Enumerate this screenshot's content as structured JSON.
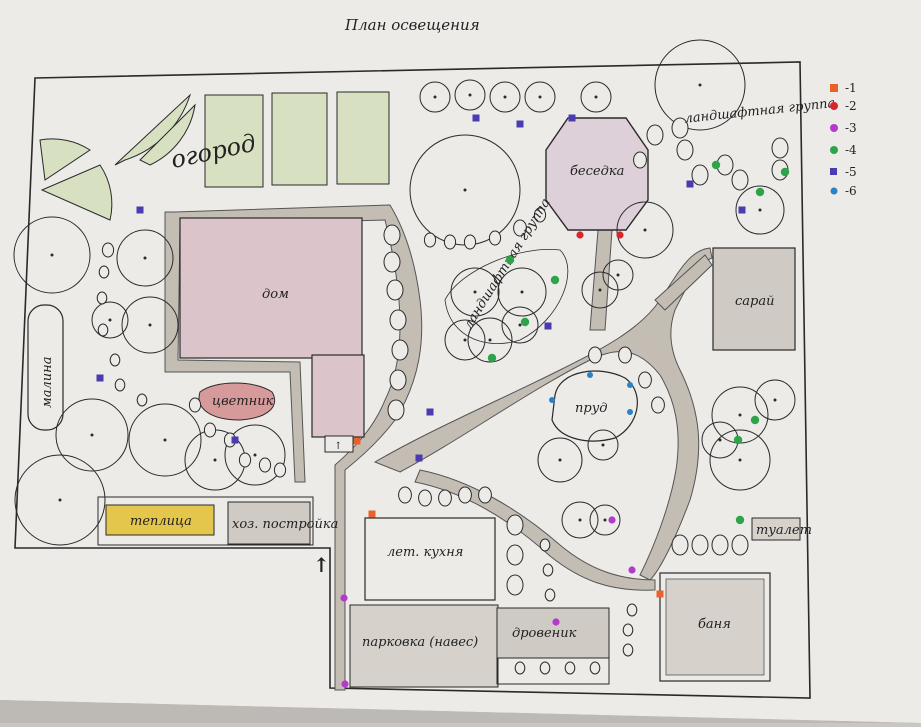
{
  "plan": {
    "title": "План освещения",
    "labels": {
      "garden": "огород",
      "house": "дом",
      "raspberry": "малина",
      "flowerbed": "цветник",
      "greenhouse": "теплица",
      "shed_small": "хоз. постройка",
      "summer_kitchen": "лет. кухня",
      "parking": "парковка (навес)",
      "woodshed": "дровеник",
      "gazebo": "беседка",
      "landscape_group_top": "ландшафтная группа",
      "landscape_group_mid": "ландшафтная группа",
      "pond": "пруд",
      "barn": "сарай",
      "bath": "баня",
      "toilet": "туалет"
    }
  },
  "legend": [
    {
      "label": "-1",
      "color": "#e8622a",
      "shape": "square"
    },
    {
      "label": "-2",
      "color": "#d8262e",
      "shape": "circle"
    },
    {
      "label": "-3",
      "color": "#b33acb",
      "shape": "circle"
    },
    {
      "label": "-4",
      "color": "#2ea34a",
      "shape": "circle"
    },
    {
      "label": "-5",
      "color": "#4a3bb0",
      "shape": "square"
    },
    {
      "label": "-6",
      "color": "#2a82c8",
      "shape": "circle"
    }
  ],
  "colors": {
    "paper": "#ecebe8",
    "ink": "#2a2a2a",
    "path": "#c4bdb4",
    "house": "#dcc4cb",
    "garden_bed": "#d7e0c0",
    "greenhouse": "#e4c64c",
    "flowerbed": "#d79a9a",
    "building": "#cfcac3"
  }
}
